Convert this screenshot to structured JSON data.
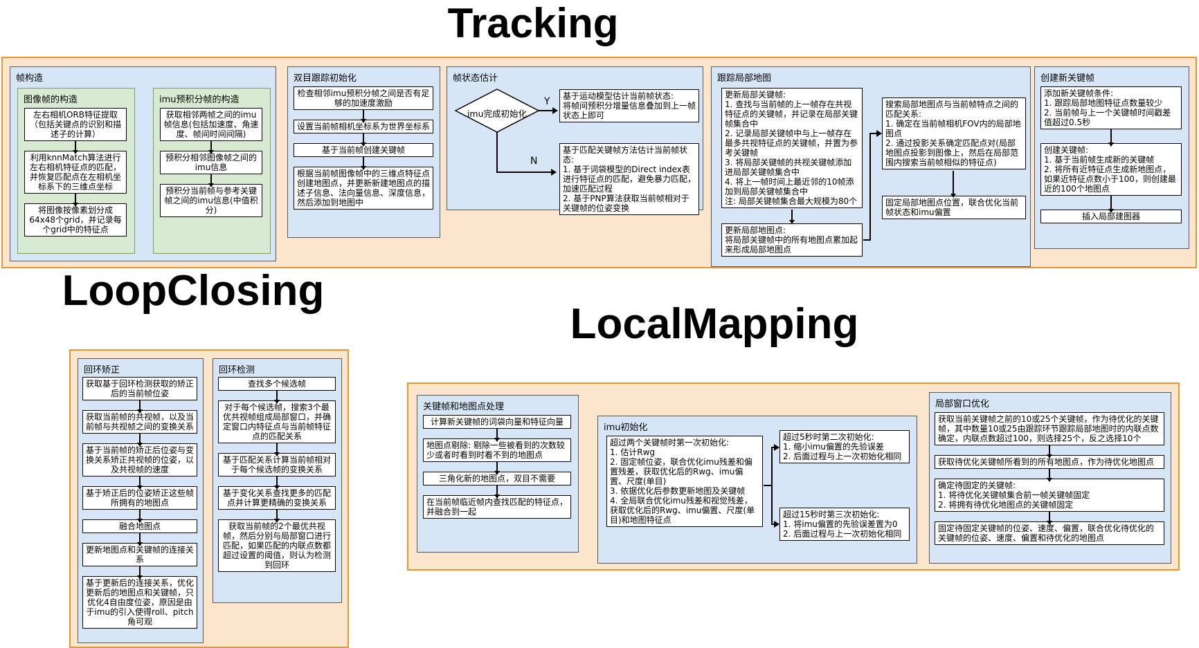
{
  "titles": {
    "tracking": "Tracking",
    "loopclosing": "LoopClosing",
    "localmapping": "LocalMapping"
  },
  "colors": {
    "section_fill": "#fbe5cc",
    "section_border": "#e8962d",
    "panel_fill": "#d7e6f6",
    "panel_border": "#595959",
    "subpanel_fill": "#d9ead3",
    "subpanel_border": "#7ba05b",
    "box_fill": "#ffffff",
    "box_border": "#000000",
    "arrow": "#000000"
  },
  "panels": {
    "frame_build": {
      "title": "帧构造",
      "image_frame": {
        "title": "图像帧的构造",
        "boxes": [
          "左右相机ORB特征提取（包括关键点的识别和描述子的计算）",
          "利用knnMatch算法进行左右相机特征点的匹配，并恢复匹配点在左相机坐标系下的三维点坐标",
          "将图像按像素划分成64x48个grid，并记录每个grid中的特征点"
        ]
      },
      "imu_frame": {
        "title": "imu预积分帧的构造",
        "boxes": [
          "获取相邻两帧之间的imu帧信息(包括加速度、角速度、帧间时间间隔)",
          "预积分相邻图像帧之间的imu信息",
          "预积分当前帧与参考关键帧之间的imu信息(中值积分)"
        ]
      }
    },
    "stereo_init": {
      "title": "双目跟踪初始化",
      "boxes": [
        "检查相邻imu预积分帧之间是否有足够的加速度激励",
        "设置当前帧相机坐标系为世界坐标系",
        "基于当前帧创建关键帧",
        "根据当前帧图像帧中的三维点特征点创建地图点，并更新新建地图点的描述子信息、法向量信息、深度信息，然后添加到地图中"
      ]
    },
    "state_est": {
      "title": "帧状态估计",
      "diamond": "imu完成初始化",
      "yes_label": "Y",
      "no_label": "N",
      "yes_box": "基于运动模型估计当前帧状态:\n将帧间预积分增量信息叠加到上一帧状态上即可",
      "no_box": "基于匹配关键帧方法估计当前帧状态:\n1. 基于词袋模型的Direct index表进行特征点的匹配，避免暴力匹配，加速匹配过程\n2. 基于PNP算法获取当前帧相对于关键帧的位姿变换"
    },
    "track_local_map": {
      "title": "跟踪局部地图",
      "update_kf": "更新局部关键帧:\n1. 查找与当前帧的上一帧存在共视特征点的关键帧，并记录在局部关键帧集合中\n2. 记录局部关键帧中与上一帧存在最多共视特征点的关键帧，并置为参考关键帧\n3. 将局部关键帧的共视关键帧添加进局部关键帧集合中\n4. 将上一帧时间上最近邻的10帧添加到局部关键帧集合中\n注: 局部关键帧集合最大规模为80个",
      "update_mp": "更新局部地图点:\n将局部关键帧中的所有地图点累加起来形成局部地图点",
      "search": "搜索局部地图点与当前帧特点之间的匹配关系:\n1. 确定在当前帧相机FOV内的局部地图点\n2. 通过投影关系确定匹配点对(局部地图点投影到图像上，然后在局部范围内搜索当前帧相似的特征点)",
      "optimize": "固定局部地图点位置，联合优化当前帧状态和imu偏置"
    },
    "new_kf": {
      "title": "创建新关键帧",
      "boxes": [
        "添加新关键帧条件:\n1. 跟踪局部地图特征点数量较少\n2. 当前帧与上一个关键帧时间戳差值超过0.5秒",
        "创建关键帧:\n1. 基于当前帧生成新的关键帧\n2. 将所有近特征点生成新地图点，如果近特征点数小于100，则创建最近的100个地图点",
        "插入局部建图器"
      ]
    },
    "loop_correct": {
      "title": "回环矫正",
      "boxes": [
        "获取基于回环检测获取的矫正后的当前帧位姿",
        "获取当前帧的共视帧，以及当前帧与共视帧之间的变换关系",
        "基于当前帧的矫正后位姿与变换关系矫正共视帧的位姿，以及共视帧的速度",
        "基于矫正后的位姿矫正这些帧所拥有的地图点",
        "融合地图点",
        "更新地图点和关键帧的连接关系",
        "基于更新后的连接关系，优化更新后的地图点和关键帧，只优化4自由度位姿，原因是由于imu的引入使得roll、pitch角可观"
      ]
    },
    "loop_detect": {
      "title": "回环检测",
      "boxes": [
        "查找多个候选帧",
        "对于每个候选帧，搜索3个最优共视帧组成局部窗口，并确定窗口内特征点与当前帧特征点的匹配关系",
        "基于匹配关系计算当前帧相对于每个候选帧的变换关系",
        "基于变化关系查找更多的匹配点并计算更精确的变换关系",
        "获取当前帧的2个最优共视帧，然后分别与局部窗口进行匹配，如果匹配的内联点数都超过设置的阈值，则认为检测到回环"
      ]
    },
    "kf_mp_process": {
      "title": "关键帧和地图点处理",
      "boxes": [
        "计算新关键帧的词袋向量和特征向量",
        "地图点剔除: 剔除一些被看到的次数较少或者时看到时看不到的地图点",
        "三角化新的地图点，双目不需要",
        "在当前帧临近帧内查找匹配的特征点，并融合到一起"
      ]
    },
    "imu_init": {
      "title": "imu初始化",
      "first": "超过两个关键帧时第一次初始化:\n1. 估计Rwg\n2. 固定帧位姿，联合优化imu残差和偏置残差，获取优化后的Rwg、imu偏置、尺度(单目)\n3. 依据优化后参数更新地图及关键帧\n4. 全局联合优化imu残差和视觉残差，获取优化后的Rwg、imu偏置、尺度(单目)和地图特征点",
      "second": "超过5秒时第二次初始化:\n1. 缩小imu偏置的先验误差\n2. 后面过程与上一次初始化相同",
      "third": "超过15秒时第三次初始化:\n1. 将imu偏置的先验误差置为0\n2. 后面过程与上一次初始化相同"
    },
    "local_window_opt": {
      "title": "局部窗口优化",
      "boxes": [
        "获取当前关键帧之前的10或25个关键帧，作为待优化的关键帧，其中数量10或25由跟踪环节跟踪局部地图时的内联点数确定，内联点数超过100，则选择25个，反之选择10个",
        "获取待优化关键帧所看到的所有地图点，作为待优化地图点",
        "确定待固定的关键帧:\n1. 将待优化关键帧集合前一帧关键帧固定\n2. 将拥有待优化地图点的关键帧固定",
        "固定待固定关键帧的位姿、速度、偏置，联合优化待优化的关键帧的位姿、速度、偏置和待优化的地图点"
      ]
    }
  }
}
